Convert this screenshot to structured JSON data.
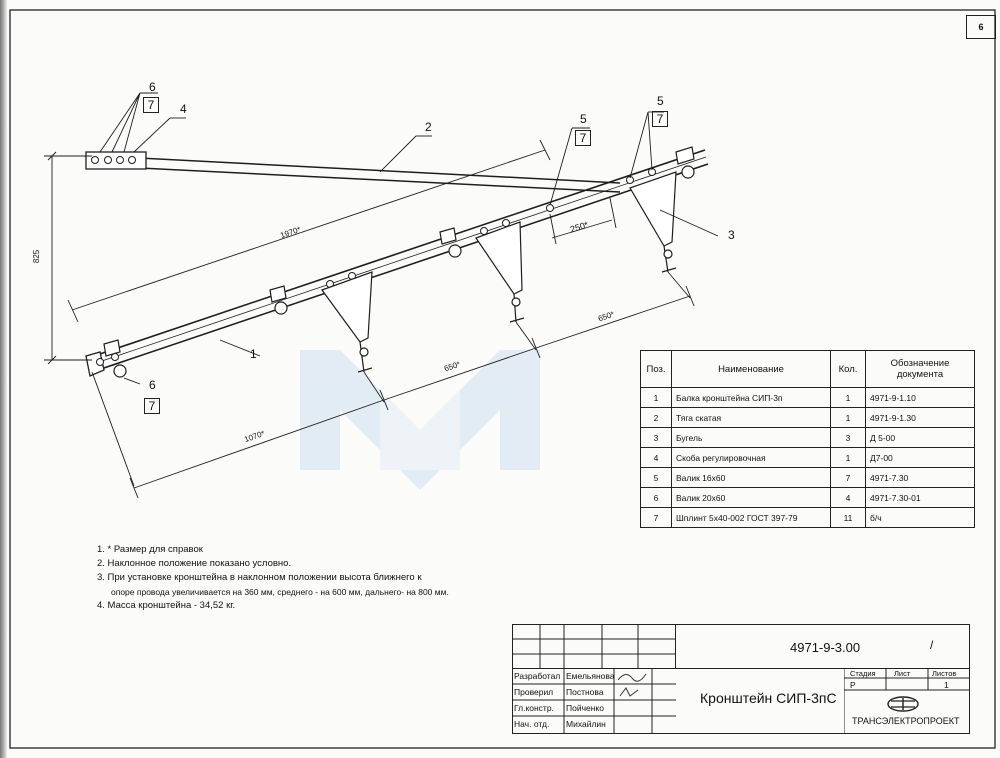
{
  "page_number": "6",
  "drawing": {
    "callouts": [
      "1",
      "2",
      "3",
      "4",
      "5",
      "6",
      "7"
    ],
    "dim_1970": "1970*",
    "dim_825": "825",
    "dim_250": "250*",
    "dim_650_a": "650*",
    "dim_650_b": "650*",
    "dim_1070": "1070*"
  },
  "spec_table": {
    "headers": {
      "pos": "Поз.",
      "name": "Наименование",
      "qty": "Кол.",
      "doc": "Обозначение документа"
    },
    "rows": [
      {
        "pos": "1",
        "name": "Балка кронштейна СИП-3п",
        "qty": "1",
        "doc": "4971-9-1.10"
      },
      {
        "pos": "2",
        "name": "Тяга скатая",
        "qty": "1",
        "doc": "4971-9-1.30"
      },
      {
        "pos": "3",
        "name": "Бугель",
        "qty": "3",
        "doc": "Д 5-00"
      },
      {
        "pos": "4",
        "name": "Скоба регулировочная",
        "qty": "1",
        "doc": "Д7-00"
      },
      {
        "pos": "5",
        "name": "Валик 16х60",
        "qty": "7",
        "doc": "4971-7.30"
      },
      {
        "pos": "6",
        "name": "Валик 20х60",
        "qty": "4",
        "doc": "4971-7.30-01"
      },
      {
        "pos": "7",
        "name": "Шплинт 5х40-002 ГОСТ 397-79",
        "qty": "11",
        "doc": "б/ч"
      }
    ]
  },
  "notes": [
    "1. * Размер для справок",
    "2. Наклонное положение показано условно.",
    "3. При установке кронштейна в наклонном положении высота ближнего к",
    "опоре провода увеличивается на 360 мм, среднего - на 600 мм, дальнего- на 800 мм.",
    "4. Масса кронштейна - 34,52 кг."
  ],
  "title_block": {
    "doc_code": "4971-9-3.00",
    "mark": "/",
    "title": "Кронштейн СИП-3пС",
    "stage_label": "Стадия",
    "sheet_label": "Лист",
    "sheets_label": "Листов",
    "stage": "Р",
    "sheets": "1",
    "org": "ТРАНСЭЛЕКТРОПРОЕКТ",
    "signers": [
      {
        "role": "Разработал",
        "name": "Емельянова"
      },
      {
        "role": "Проверил",
        "name": "Постнова"
      },
      {
        "role": "Гл.констр.",
        "name": "Пойченко"
      },
      {
        "role": "Нач. отд.",
        "name": "Михайлин"
      }
    ]
  },
  "colors": {
    "line": "#1e1e1e",
    "watermark": "#dbe7f3"
  }
}
